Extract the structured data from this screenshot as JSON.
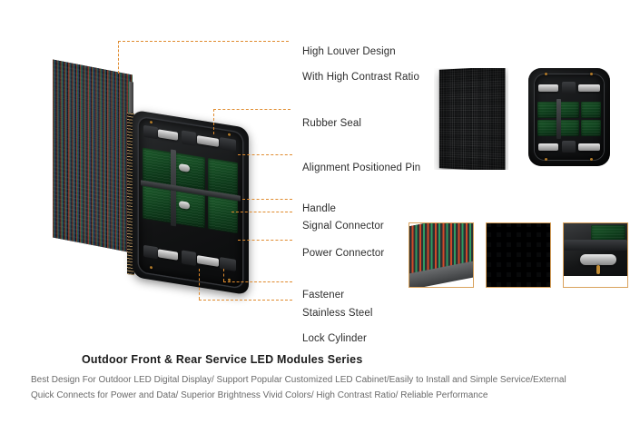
{
  "page": {
    "background": "#ffffff",
    "accent_dashed_color": "#E08B2E",
    "label_color": "#2d2d2d",
    "title_color": "#1b1b1b",
    "description_color": "#6a6a6a"
  },
  "callouts": [
    {
      "id": "high-louver-design",
      "line1": "High Louver Design",
      "line2": "With High Contrast Ratio"
    },
    {
      "id": "rubber-seal",
      "line1": "Rubber Seal",
      "line2": ""
    },
    {
      "id": "alignment-positioned-pin",
      "line1": "Alignment Positioned Pin",
      "line2": ""
    },
    {
      "id": "handle",
      "line1": "Handle",
      "line2": ""
    },
    {
      "id": "signal-connector",
      "line1": "Signal Connector",
      "line2": ""
    },
    {
      "id": "power-connector",
      "line1": "Power Connector",
      "line2": ""
    },
    {
      "id": "fastener",
      "line1": "Fastener",
      "line2": ""
    },
    {
      "id": "stainless-steel-lock-cylinder",
      "line1": "Stainless Steel",
      "line2": "Lock Cylinder"
    }
  ],
  "gallery": {
    "items": [
      {
        "id": "led-panel-front-photo",
        "caption": ""
      },
      {
        "id": "led-cabinet-rear-photo",
        "caption": ""
      },
      {
        "id": "led-lamp-closeup-photo",
        "caption": ""
      },
      {
        "id": "led-louver-closeup-photo",
        "caption": ""
      },
      {
        "id": "lock-cylinder-closeup-photo",
        "caption": ""
      }
    ]
  },
  "footer": {
    "title": "Outdoor Front & Rear Service LED Modules Series",
    "description_line1": "Best Design For Outdoor LED Digital Display/ Support Popular Customized LED Cabinet/Easily to Install and Simple Service/External",
    "description_line2": "Quick Connects for Power and Data/ Superior Brightness Vivid Colors/ High Contrast Ratio/ Reliable Performance"
  }
}
